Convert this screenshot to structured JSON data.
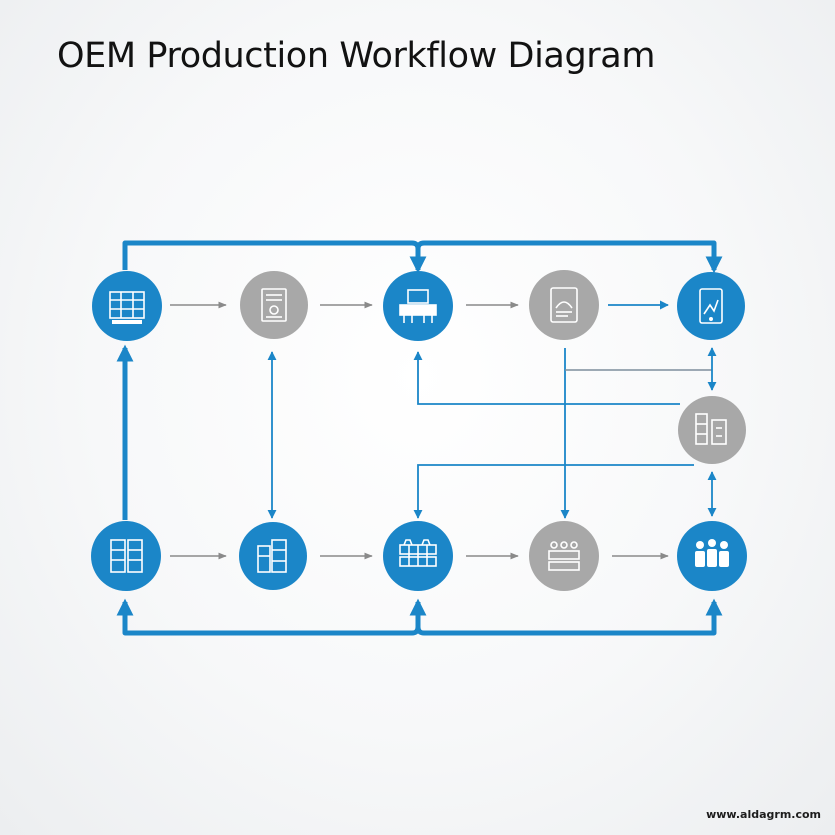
{
  "title": "OEM Production Workflow Diagram",
  "watermark": "www.aldagrm.com",
  "colors": {
    "accent_blue": "#1b86c8",
    "node_gray": "#a8a8a8",
    "arrow_gray": "#8a8a8a",
    "title_text": "#121212"
  },
  "nodes": [
    {
      "id": "top-1",
      "color": "blue",
      "icon": "control-panel-icon"
    },
    {
      "id": "top-2",
      "color": "gray",
      "icon": "document-gear-icon"
    },
    {
      "id": "top-3",
      "color": "blue",
      "icon": "assembly-machine-icon"
    },
    {
      "id": "top-4",
      "color": "gray",
      "icon": "inspection-tablet-icon"
    },
    {
      "id": "top-5",
      "color": "blue",
      "icon": "device-tablet-icon"
    },
    {
      "id": "mid-6",
      "color": "gray",
      "icon": "storage-rack-icon"
    },
    {
      "id": "bot-1",
      "color": "blue",
      "icon": "server-rack-icon"
    },
    {
      "id": "bot-2",
      "color": "blue",
      "icon": "packaging-boxes-icon"
    },
    {
      "id": "bot-3",
      "color": "blue",
      "icon": "production-line-icon"
    },
    {
      "id": "bot-4",
      "color": "gray",
      "icon": "quality-check-icon"
    },
    {
      "id": "bot-5",
      "color": "blue",
      "icon": "workforce-team-icon"
    }
  ],
  "connections": [
    {
      "from": "top-1",
      "to": "top-2",
      "style": "gray-arrow"
    },
    {
      "from": "top-2",
      "to": "top-3",
      "style": "gray-arrow"
    },
    {
      "from": "top-3",
      "to": "top-4",
      "style": "gray-arrow"
    },
    {
      "from": "top-4",
      "to": "top-5",
      "style": "blue-arrow"
    },
    {
      "from": "bot-1",
      "to": "bot-2",
      "style": "gray-arrow"
    },
    {
      "from": "bot-2",
      "to": "bot-3",
      "style": "gray-arrow"
    },
    {
      "from": "bot-3",
      "to": "bot-4",
      "style": "gray-arrow"
    },
    {
      "from": "bot-4",
      "to": "bot-5",
      "style": "gray-arrow"
    },
    {
      "from": "bot-1",
      "to": "top-1",
      "style": "blue-bracket"
    },
    {
      "from": "top-1",
      "to": "top-5",
      "style": "blue-bracket"
    },
    {
      "from": "bot-1",
      "to": "bot-5",
      "style": "blue-bracket"
    },
    {
      "from": "top-2",
      "to": "bot-2",
      "style": "blue-bidirectional"
    },
    {
      "from": "top-4",
      "to": "bot-4",
      "style": "blue-arrow"
    },
    {
      "from": "mid-6",
      "to": "top-3",
      "style": "blue-arrow"
    },
    {
      "from": "mid-6",
      "to": "bot-3",
      "style": "blue-arrow"
    },
    {
      "from": "top-5",
      "to": "mid-6",
      "style": "blue-bidirectional"
    },
    {
      "from": "mid-6",
      "to": "bot-5",
      "style": "blue-bidirectional"
    }
  ]
}
